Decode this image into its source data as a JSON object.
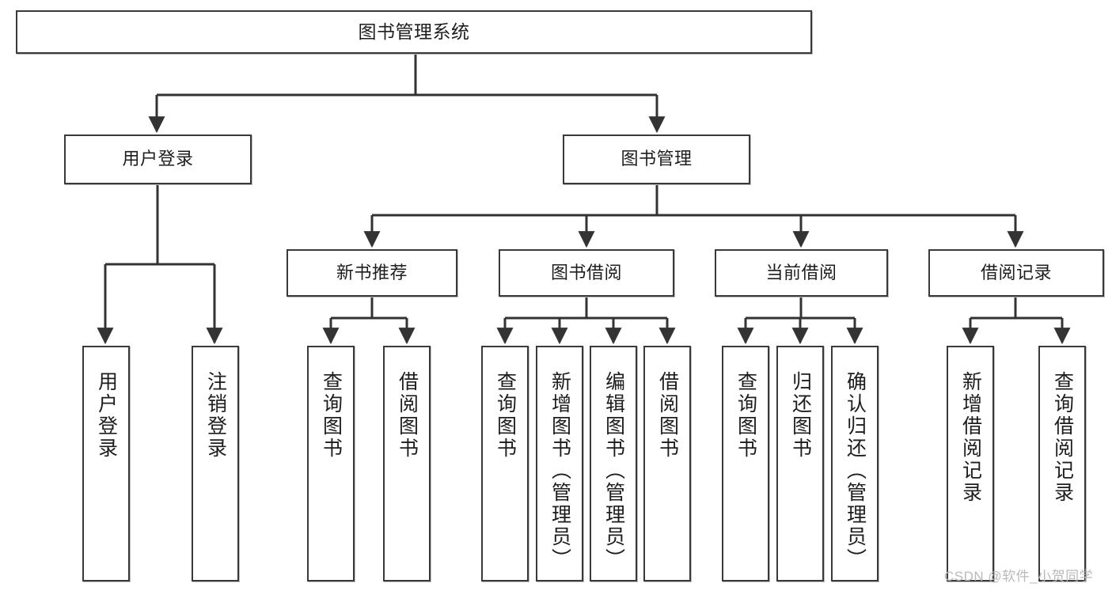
{
  "diagram": {
    "title": "图书管理系统",
    "type": "tree",
    "watermark": "CSDN @软件_小贺同学",
    "colors": {
      "node_border": "#3a3a3a",
      "node_fill": "#ffffff",
      "edge": "#333333",
      "text": "#1d1d1d",
      "watermark": "#b9b9b9",
      "background": "#ffffff"
    },
    "nodes": {
      "root": "图书管理系统",
      "level2": [
        "用户登录",
        "图书管理"
      ],
      "level3": [
        "新书推荐",
        "图书借阅",
        "当前借阅",
        "借阅记录"
      ],
      "leaves_user_login": [
        "用户登录",
        "注销登录"
      ],
      "leaves_new_book": [
        "查询图书",
        "借阅图书"
      ],
      "leaves_borrow": [
        "查询图书",
        "新增图书（管理员）",
        "编辑图书（管理员）",
        "借阅图书"
      ],
      "leaves_current": [
        "查询图书",
        "归还图书",
        "确认归还（管理员）"
      ],
      "leaves_records": [
        "新增借阅记录",
        "查询借阅记录"
      ]
    }
  }
}
